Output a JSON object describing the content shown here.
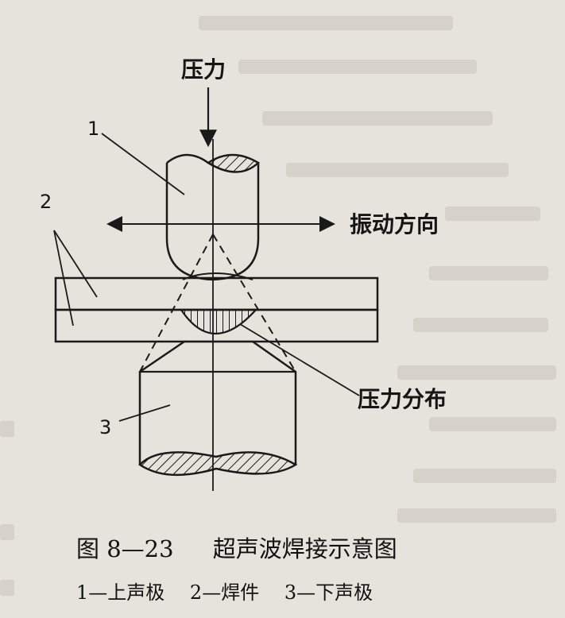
{
  "diagram": {
    "labels": {
      "pressure": "压力",
      "vibration_direction": "振动方向",
      "pressure_distribution": "压力分布",
      "part1": "1",
      "part2": "2",
      "part3": "3"
    }
  },
  "caption": {
    "figure_number": "图 8—23",
    "title": "超声波焊接示意图"
  },
  "legend": [
    "1—上声极",
    "2—焊件",
    "3—下声极"
  ]
}
